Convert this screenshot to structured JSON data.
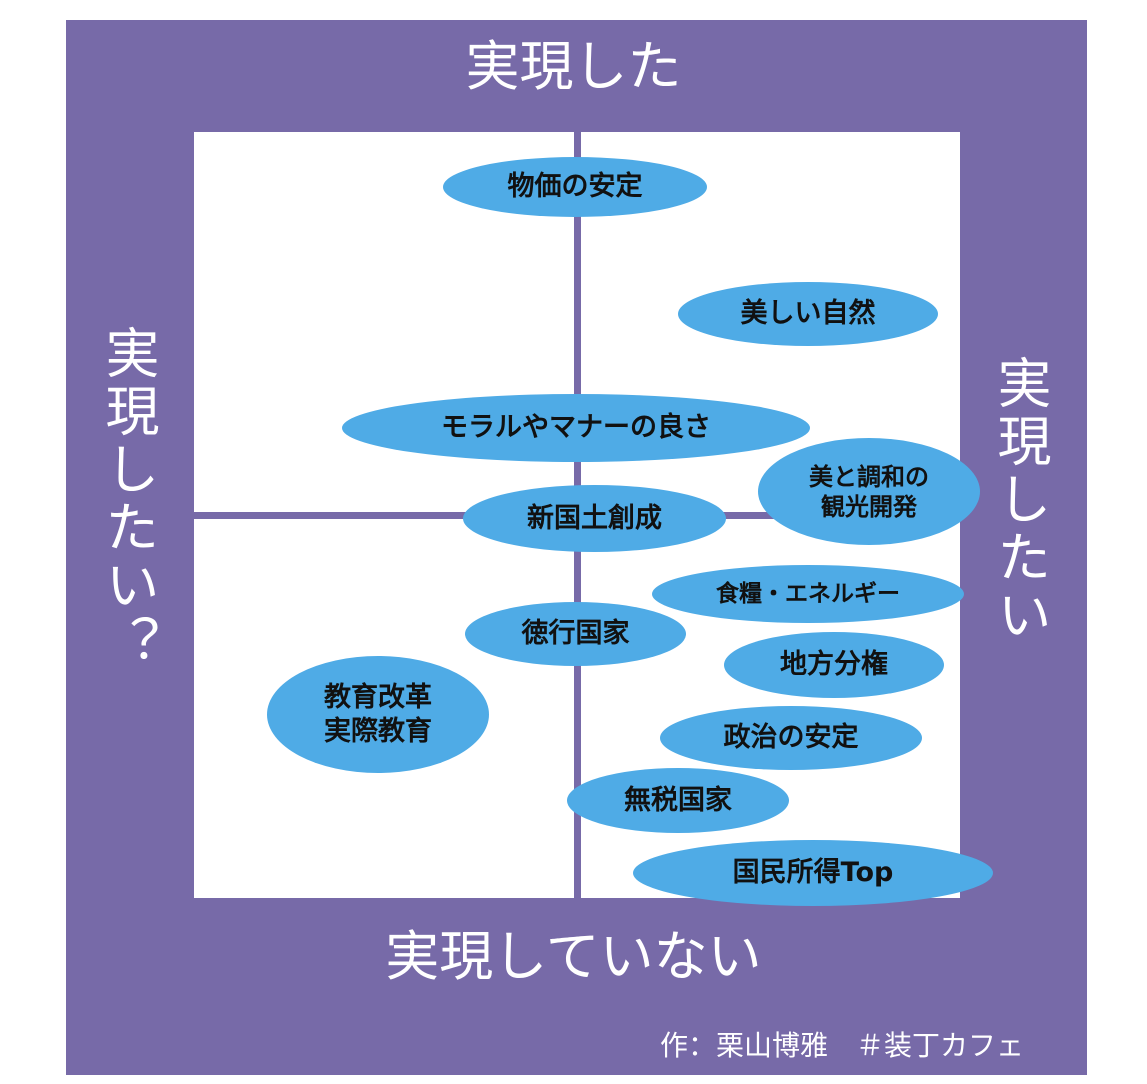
{
  "axes": {
    "top": "実現した",
    "bottom": "実現していない",
    "left": "実現したい？",
    "right": "実現したい"
  },
  "credit": "作：栗山博雅　＃装丁カフェ",
  "colors": {
    "frame": "#776aa8",
    "bubble": "#4fabe6"
  },
  "items": [
    {
      "label": "物価の安定"
    },
    {
      "label": "美しい自然"
    },
    {
      "label": "モラルやマナーの良さ"
    },
    {
      "label": "美と調和の\n観光開発"
    },
    {
      "label": "新国土創成"
    },
    {
      "label": "食糧・エネルギー"
    },
    {
      "label": "徳行国家"
    },
    {
      "label": "地方分権"
    },
    {
      "label": "教育改革\n実際教育"
    },
    {
      "label": "政治の安定"
    },
    {
      "label": "無税国家"
    },
    {
      "label": "国民所得Top"
    }
  ]
}
